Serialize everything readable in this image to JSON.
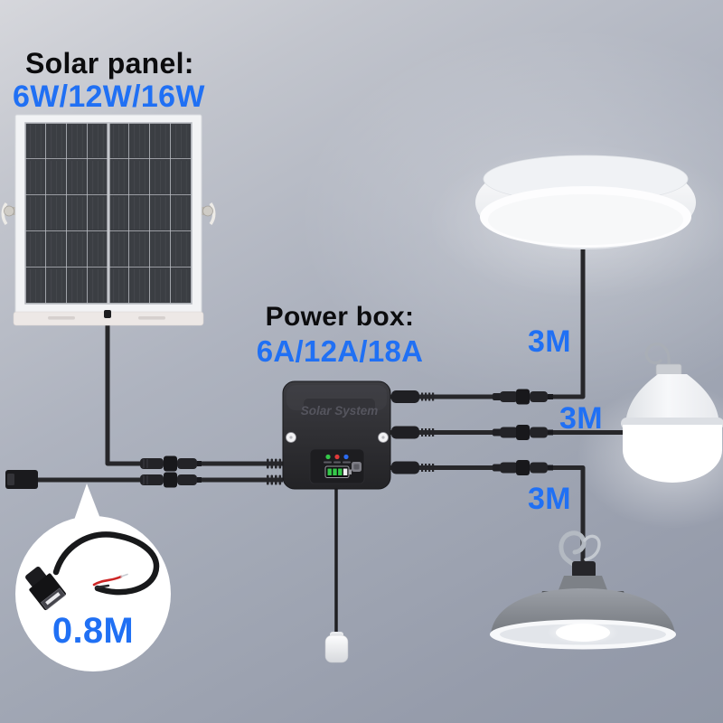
{
  "colors": {
    "accent_blue": "#2070f4",
    "heading_black": "#0c0c0e",
    "cable_black": "#27272a",
    "led_green": "#35c94a",
    "led_red": "#e03a3a",
    "led_blue": "#2b6bf0"
  },
  "solar_panel": {
    "heading": "Solar panel:",
    "spec": "6W/12W/16W"
  },
  "power_box": {
    "heading": "Power box:",
    "spec": "6A/12A/18A",
    "device_label": "Solar System",
    "battery_bars_lit": 3,
    "battery_bars_total": 4
  },
  "cable_labels": {
    "ceiling_light": "3M",
    "bulb_light": "3M",
    "pendant_light": "3M",
    "usb_cable": "0.8M"
  }
}
